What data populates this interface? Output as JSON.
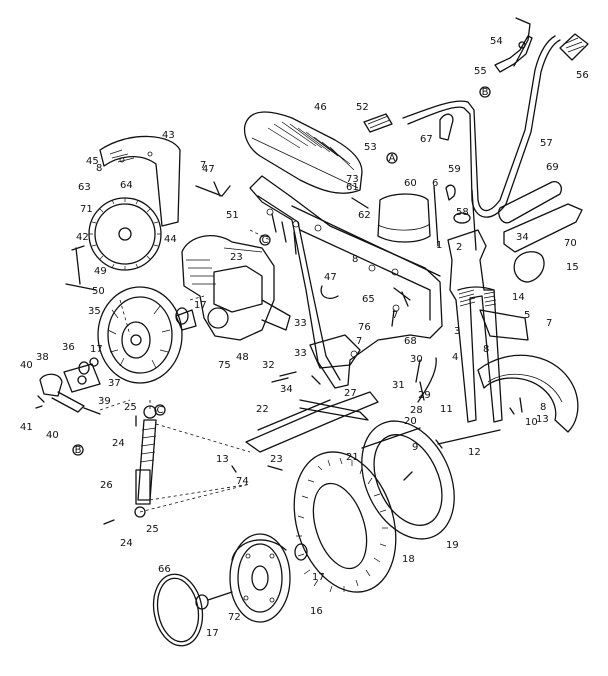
{
  "diagram": {
    "labels": [
      "1",
      "2",
      "3",
      "4",
      "5",
      "6",
      "7",
      "7",
      "7",
      "7",
      "8",
      "8",
      "8",
      "8",
      "9",
      "10",
      "11",
      "12",
      "13",
      "13",
      "14",
      "15",
      "16",
      "17",
      "17",
      "17",
      "17",
      "18",
      "19",
      "20",
      "21",
      "22",
      "23",
      "23",
      "24",
      "24",
      "25",
      "25",
      "26",
      "27",
      "28",
      "29",
      "30",
      "31",
      "32",
      "33",
      "33",
      "34",
      "34",
      "35",
      "36",
      "37",
      "38",
      "39",
      "40",
      "40",
      "41",
      "42",
      "43",
      "44",
      "45",
      "46",
      "47",
      "47",
      "48",
      "49",
      "50",
      "51",
      "52",
      "53",
      "54",
      "55",
      "56",
      "57",
      "58",
      "59",
      "60",
      "61",
      "62",
      "63",
      "64",
      "65",
      "66",
      "67",
      "68",
      "69",
      "70",
      "71",
      "72",
      "73",
      "74",
      "75",
      "76"
    ],
    "callout_letters": [
      "A",
      "B",
      "C"
    ]
  }
}
